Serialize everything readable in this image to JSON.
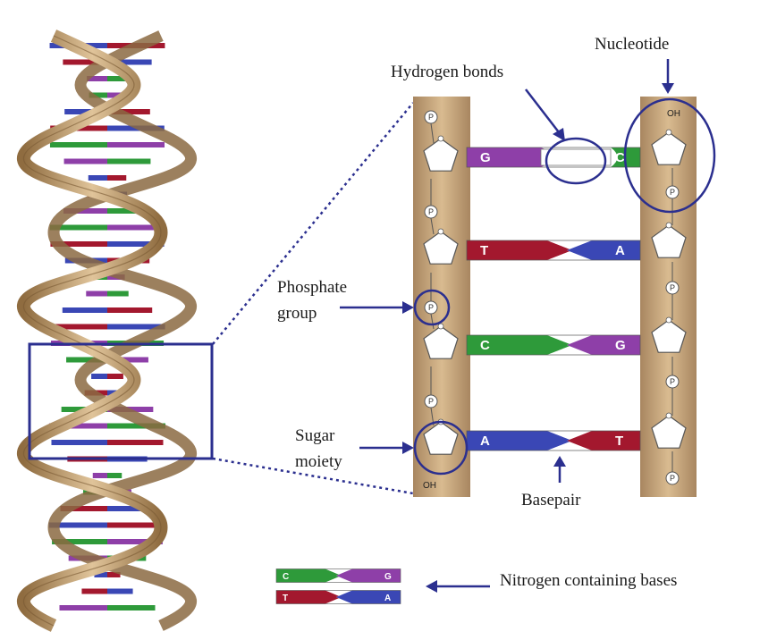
{
  "labels": {
    "nucleotide": "Nucleotide",
    "hydrogen_bonds": "Hydrogen bonds",
    "phosphate_line1": "Phosphate",
    "phosphate_line2": "group",
    "sugar_line1": "Sugar",
    "sugar_line2": "moiety",
    "basepair": "Basepair",
    "nitrogen_bases": "Nitrogen containing bases"
  },
  "basepairs": [
    {
      "left": "G",
      "right": "C",
      "left_color": "#8e3fa8",
      "right_color": "#2e9a3a"
    },
    {
      "left": "T",
      "right": "A",
      "left_color": "#a3182e",
      "right_color": "#3a47b5"
    },
    {
      "left": "C",
      "right": "G",
      "left_color": "#2e9a3a",
      "right_color": "#8e3fa8"
    },
    {
      "left": "A",
      "right": "T",
      "left_color": "#3a47b5",
      "right_color": "#a3182e"
    }
  ],
  "legend": [
    {
      "left": "C",
      "right": "G"
    },
    {
      "left": "T",
      "right": "A"
    }
  ],
  "phosphate_symbol": "P",
  "hydroxyl_top": "OH",
  "hydroxyl_bottom": "OH",
  "colors": {
    "backbone": "#c7a57a",
    "accent": "#2b2f8f",
    "adenine": "#3a47b5",
    "thymine": "#a3182e",
    "guanine": "#8e3fa8",
    "cytosine": "#2e9a3a",
    "helix_ribbon": "#c9a576"
  }
}
